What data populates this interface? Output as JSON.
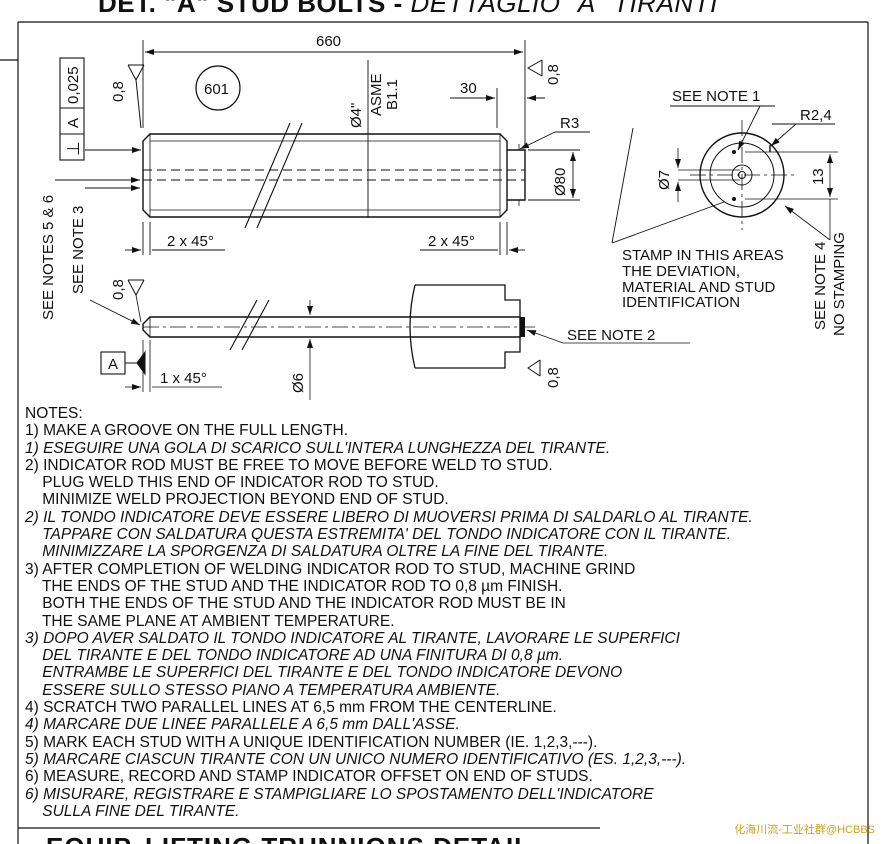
{
  "title": {
    "main": "DET. \"A\" STUD BOLTS - ",
    "italic": "DETTAGLIO \"A\" TIRANTI"
  },
  "bottom_title": "EQUIP. LIFTING TRUNNIONS DETAIL",
  "drawing": {
    "dim_length": "660",
    "roughness": "0,8",
    "item_number": "601",
    "diameter_4in": "Ø4\"",
    "asme": "ASME",
    "b11": "B1.1",
    "dim_30": "30",
    "r3": "R3",
    "dim_80": "Ø80",
    "chamfer_2x45": "2 x 45°",
    "chamfer_1x45": "1 x 45°",
    "datum_a": "A",
    "tol_value": "0,025",
    "perp_symbol": "⊥",
    "see_notes_56": "SEE NOTES 5 & 6",
    "see_note_3": "SEE NOTE 3",
    "see_note_1": "SEE NOTE 1",
    "see_note_2": "SEE NOTE 2",
    "see_note_4": "SEE NOTE 4",
    "no_stamping": "NO STAMPING",
    "r24": "R2,4",
    "dim_7": "Ø7",
    "dim_13": "13",
    "dim_6": "Ø6",
    "stamp_text": [
      "STAMP IN THIS AREAS",
      "THE DEVIATION,",
      "MATERIAL AND STUD",
      "IDENTIFICATION"
    ]
  },
  "notes": [
    {
      "text": "NOTES:",
      "italic": false
    },
    {
      "text": "1) MAKE A GROOVE ON THE FULL LENGTH.",
      "italic": false
    },
    {
      "text": "1) ESEGUIRE UNA GOLA DI SCARICO SULL'INTERA LUNGHEZZA DEL TIRANTE.",
      "italic": true
    },
    {
      "text": "2) INDICATOR ROD MUST BE FREE TO MOVE BEFORE WELD TO STUD.",
      "italic": false
    },
    {
      "text": "    PLUG WELD THIS END OF INDICATOR ROD TO STUD.",
      "italic": false
    },
    {
      "text": "    MINIMIZE WELD PROJECTION BEYOND END OF STUD.",
      "italic": false
    },
    {
      "text": "2) IL TONDO INDICATORE DEVE ESSERE LIBERO DI MUOVERSI PRIMA DI SALDARLO AL TIRANTE.",
      "italic": true
    },
    {
      "text": "    TAPPARE CON SALDATURA QUESTA ESTREMITA' DEL TONDO INDICATORE CON IL TIRANTE.",
      "italic": true
    },
    {
      "text": "    MINIMIZZARE LA SPORGENZA DI SALDATURA OLTRE LA FINE DEL TIRANTE.",
      "italic": true
    },
    {
      "text": "3) AFTER COMPLETION OF WELDING INDICATOR ROD TO STUD, MACHINE GRIND",
      "italic": false
    },
    {
      "text": "    THE ENDS OF THE STUD AND THE INDICATOR ROD TO 0,8 µm FINISH.",
      "italic": false
    },
    {
      "text": "    BOTH THE ENDS OF THE STUD AND THE INDICATOR ROD MUST BE IN",
      "italic": false
    },
    {
      "text": "    THE SAME PLANE AT AMBIENT TEMPERATURE.",
      "italic": false
    },
    {
      "text": "3) DOPO AVER SALDATO IL TONDO INDICATORE AL TIRANTE, LAVORARE LE SUPERFICI",
      "italic": true
    },
    {
      "text": "    DEL TIRANTE E DEL TONDO INDICATORE AD UNA FINITURA DI 0,8 µm.",
      "italic": true
    },
    {
      "text": "    ENTRAMBE LE SUPERFICI DEL TIRANTE E DEL TONDO INDICATORE DEVONO",
      "italic": true
    },
    {
      "text": "    ESSERE SULLO STESSO PIANO A TEMPERATURA AMBIENTE.",
      "italic": true
    },
    {
      "text": "4) SCRATCH TWO PARALLEL LINES AT 6,5 mm FROM THE CENTERLINE.",
      "italic": false
    },
    {
      "text": "4) MARCARE DUE LINEE PARALLELE A 6,5 mm DALL'ASSE.",
      "italic": true
    },
    {
      "text": "5) MARK EACH STUD WITH A UNIQUE IDENTIFICATION NUMBER (IE. 1,2,3,---).",
      "italic": false
    },
    {
      "text": "5) MARCARE CIASCUN TIRANTE CON UN UNICO NUMERO IDENTIFICATIVO (ES. 1,2,3,---).",
      "italic": true
    },
    {
      "text": "6) MEASURE, RECORD AND STAMP INDICATOR OFFSET ON END OF STUDS.",
      "italic": false
    },
    {
      "text": "6) MISURARE, REGISTRARE E STAMPIGLIARE LO SPOSTAMENTO DELL'INDICATORE",
      "italic": true
    },
    {
      "text": "    SULLA FINE DEL TIRANTE.",
      "italic": true
    }
  ],
  "watermark": "化海川流-工业社群@HCBBS"
}
